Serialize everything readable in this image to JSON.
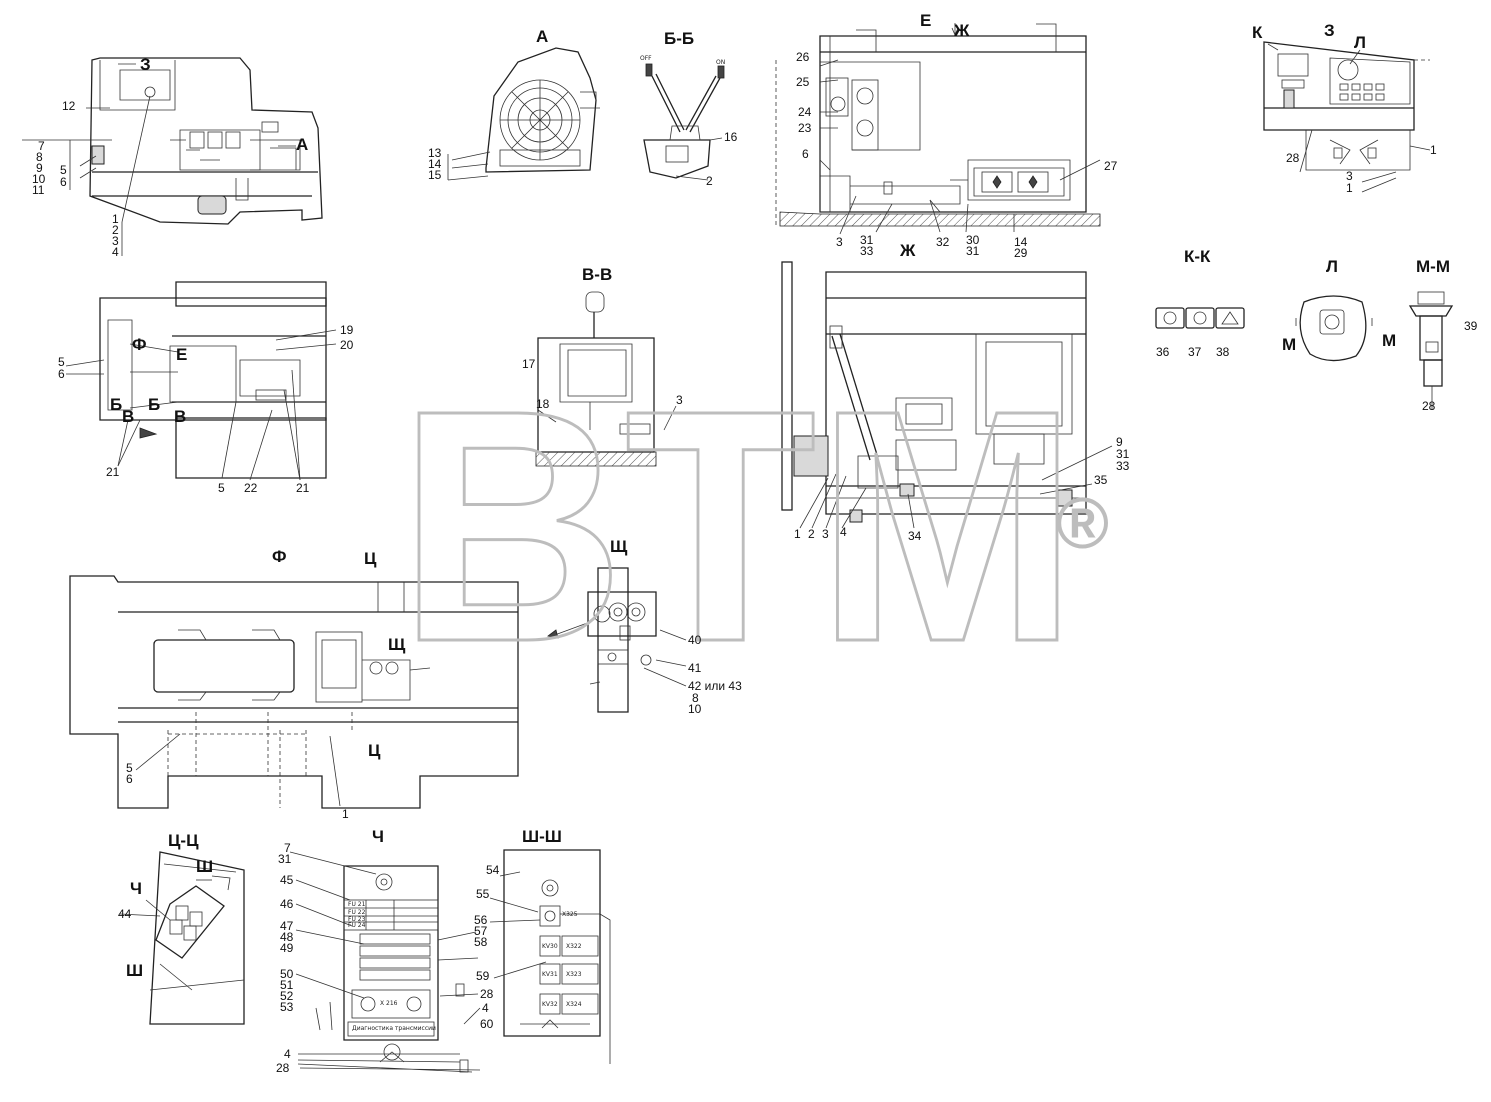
{
  "watermark": {
    "text": "BTM",
    "mark": "®",
    "color": "#bdbdbd"
  },
  "views": {
    "A": "А",
    "BB": "Б-Б",
    "E": "Е",
    "Zh_arrow": "Ж",
    "K": "К",
    "Z": "З",
    "L": "Л",
    "Z_top": "З",
    "A_pointer": "А",
    "VV": "В-В",
    "Zh": "Ж",
    "KK": "К-К",
    "L2": "Л",
    "MM": "М-М",
    "F_main": "Ф",
    "F_small": "Ф",
    "E_small": "Е",
    "B1": "Б",
    "B2": "Б",
    "V1": "В",
    "V2": "В",
    "Ts1": "Ц",
    "Ts2": "Ц",
    "Shch_small": "Щ",
    "Shch": "Щ",
    "TsTs": "Ц-Ц",
    "Ch": "Ч",
    "ShSh": "Ш-Ш",
    "Sh1": "Ш",
    "Sh2": "Ш",
    "Ch_small": "Ч",
    "M1": "М",
    "M2": "М"
  },
  "callouts": {
    "left_top": [
      "12",
      "7",
      "8",
      "9",
      "10",
      "11",
      "5",
      "6",
      "1",
      "2",
      "3",
      "4"
    ],
    "A_view": [
      "13",
      "14",
      "15"
    ],
    "BB_view": [
      "16",
      "2"
    ],
    "E_view": [
      "26",
      "25",
      "24",
      "23",
      "6",
      "27",
      "3",
      "31",
      "33",
      "32",
      "30",
      "31",
      "14",
      "29"
    ],
    "Z_view": [
      "28",
      "1",
      "3",
      "1"
    ],
    "plan": [
      "19",
      "20",
      "5",
      "6",
      "21",
      "5",
      "22",
      "21"
    ],
    "VV_view": [
      "17",
      "18",
      "3"
    ],
    "Zh_view": [
      "9",
      "31",
      "33",
      "35",
      "1",
      "2",
      "3",
      "4",
      "34"
    ],
    "KK_view": [
      "36",
      "37",
      "38"
    ],
    "MM_view": [
      "39",
      "28"
    ],
    "Shch_view": [
      "40",
      "41",
      "42 или 43",
      "8",
      "10"
    ],
    "F_view": [
      "5",
      "6",
      "1"
    ],
    "TsTs_view": [
      "44"
    ],
    "Ch_view": [
      "7",
      "31",
      "45",
      "46",
      "47",
      "48",
      "49",
      "50",
      "51",
      "52",
      "53",
      "28",
      "4",
      "60",
      "4",
      "28"
    ],
    "ShSh_view": [
      "54",
      "55",
      "56",
      "57",
      "58",
      "59"
    ]
  },
  "plate_texts": {
    "fuses": [
      "FU 21",
      "FU 22",
      "FU 23",
      "FU 24"
    ],
    "relays": [
      "KV30",
      "KV31",
      "KV32"
    ],
    "connectors": [
      "X325",
      "X322",
      "X323",
      "X324"
    ],
    "socket": "X 216",
    "sign": "Диагностика трансмиссии",
    "switch_off": "OFF",
    "switch_on": "ON"
  }
}
